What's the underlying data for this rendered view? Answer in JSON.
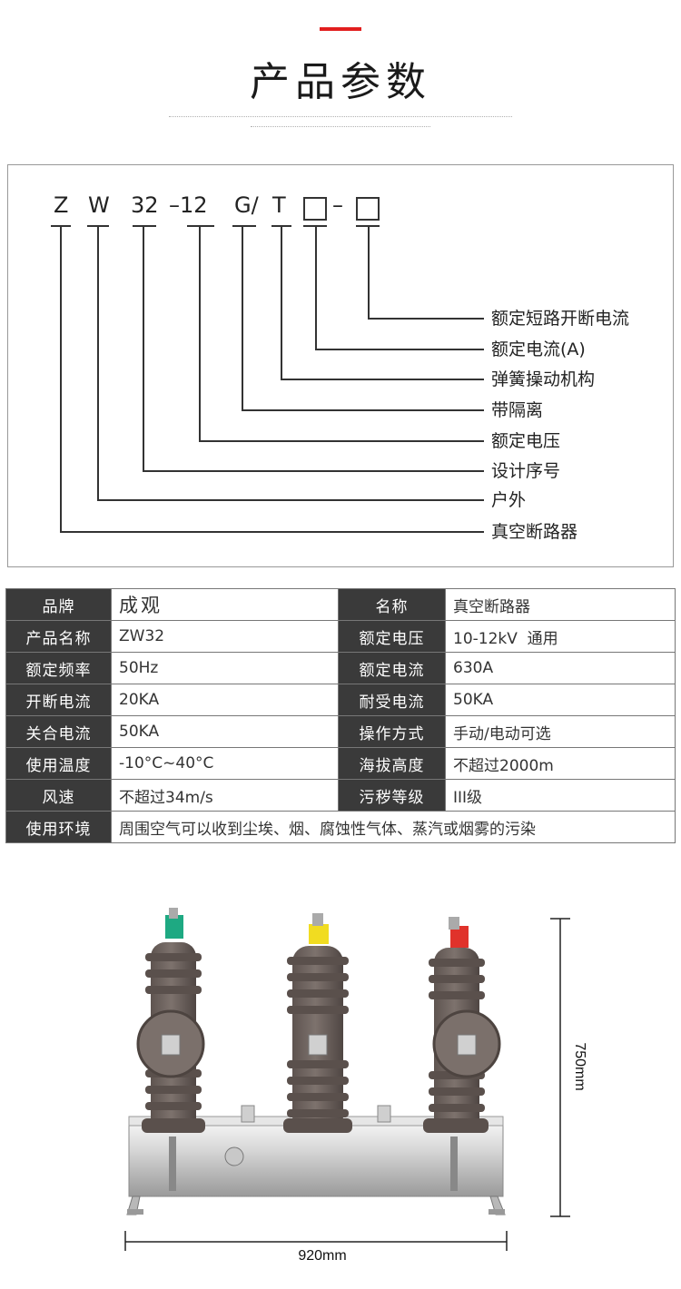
{
  "header": {
    "title": "产品参数"
  },
  "model_code": {
    "chars": [
      "Z",
      "W",
      "32",
      "–12",
      "G/",
      "T",
      "–"
    ],
    "labels": [
      "额定短路开断电流",
      "额定电流(A)",
      "弹簧操动机构",
      "带隔离",
      "额定电压",
      "设计序号",
      "户外",
      "真空断路器"
    ]
  },
  "specs": {
    "rows": [
      [
        {
          "k": "品牌",
          "v": "成观"
        },
        {
          "k": "名称",
          "v": "真空断路器"
        }
      ],
      [
        {
          "k": "产品名称",
          "v": "ZW32"
        },
        {
          "k": "额定电压",
          "v": "10-12kV  通用"
        }
      ],
      [
        {
          "k": "额定频率",
          "v": "50Hz"
        },
        {
          "k": "额定电流",
          "v": "630A"
        }
      ],
      [
        {
          "k": "开断电流",
          "v": "20KA"
        },
        {
          "k": "耐受电流",
          "v": "50KA"
        }
      ],
      [
        {
          "k": "关合电流",
          "v": "50KA"
        },
        {
          "k": "操作方式",
          "v": "手动/电动可选"
        }
      ],
      [
        {
          "k": "使用温度",
          "v": "-10°C~40°C"
        },
        {
          "k": "海拔高度",
          "v": "不超过2000m"
        }
      ],
      [
        {
          "k": "风速",
          "v": "不超过34m/s"
        },
        {
          "k": "污秽等级",
          "v": "III级"
        }
      ]
    ],
    "env": {
      "k": "使用环境",
      "v": "周围空气可以收到尘埃、烟、腐蚀性气体、蒸汽或烟雾的污染"
    }
  },
  "dimensions": {
    "height": "750mm",
    "width": "920mm"
  },
  "colors": {
    "accent": "#e21e1e",
    "header_cell": "#3a3a3a",
    "insulator": "#6e6460",
    "phase_a": "#1ea982",
    "phase_b": "#f1dc21",
    "phase_c": "#e0322b"
  }
}
